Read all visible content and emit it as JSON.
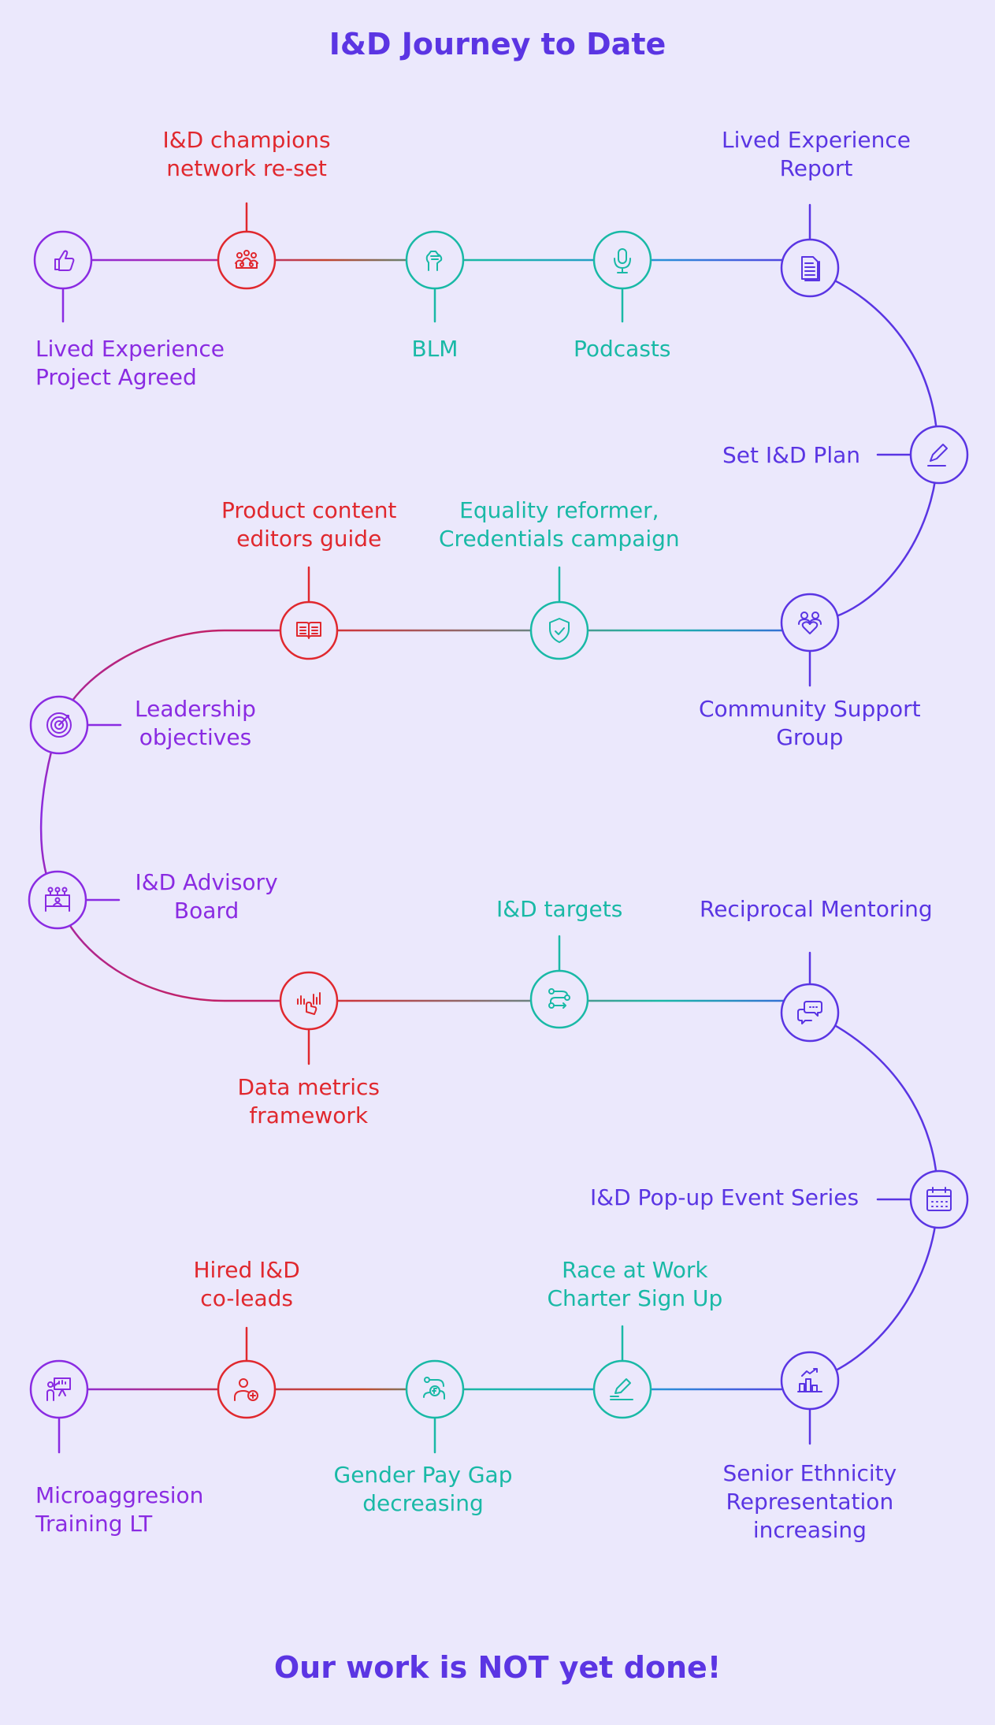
{
  "title": "I&D Journey to Date",
  "footer": "Our work is NOT yet done!",
  "colors": {
    "background": "#ebe8fc",
    "violet": "#8a2be2",
    "red": "#e0282e",
    "teal": "#19b9a6",
    "indigo": "#5a35e3",
    "blue": "#3a7fe0"
  },
  "milestones": [
    {
      "id": "lived-experience-project",
      "lines": [
        "Lived Experience",
        "Project Agreed"
      ],
      "color": "violet",
      "icon": "thumbs-up-icon"
    },
    {
      "id": "champions-network",
      "lines": [
        "I&D champions",
        "network re-set"
      ],
      "color": "red",
      "icon": "group-people-icon"
    },
    {
      "id": "blm",
      "lines": [
        "BLM"
      ],
      "color": "teal",
      "icon": "raised-fist-icon"
    },
    {
      "id": "podcasts",
      "lines": [
        "Podcasts"
      ],
      "color": "teal",
      "icon": "microphone-icon"
    },
    {
      "id": "lived-experience-report",
      "lines": [
        "Lived Experience",
        "Report"
      ],
      "color": "indigo",
      "icon": "document-icon"
    },
    {
      "id": "set-plan",
      "lines": [
        "Set I&D Plan"
      ],
      "color": "indigo",
      "icon": "pen-icon"
    },
    {
      "id": "community-support",
      "lines": [
        "Community Support",
        "Group"
      ],
      "color": "indigo",
      "icon": "community-heart-icon"
    },
    {
      "id": "equality-reformer",
      "lines": [
        "Equality reformer,",
        "Credentials campaign"
      ],
      "color": "teal",
      "icon": "shield-check-icon"
    },
    {
      "id": "editors-guide",
      "lines": [
        "Product content",
        "editors guide"
      ],
      "color": "red",
      "icon": "open-book-icon"
    },
    {
      "id": "leadership-objectives",
      "lines": [
        "Leadership",
        "objectives"
      ],
      "color": "violet",
      "icon": "target-icon"
    },
    {
      "id": "advisory-board",
      "lines": [
        "I&D Advisory",
        "Board"
      ],
      "color": "violet",
      "icon": "board-meeting-icon"
    },
    {
      "id": "data-metrics",
      "lines": [
        "Data metrics",
        "framework"
      ],
      "color": "red",
      "icon": "touch-chart-icon"
    },
    {
      "id": "targets",
      "lines": [
        "I&D targets"
      ],
      "color": "teal",
      "icon": "route-icon"
    },
    {
      "id": "reciprocal-mentoring",
      "lines": [
        "Reciprocal Mentoring"
      ],
      "color": "indigo",
      "icon": "chat-bubbles-icon"
    },
    {
      "id": "popup-events",
      "lines": [
        "I&D Pop-up Event Series"
      ],
      "color": "indigo",
      "icon": "calendar-icon"
    },
    {
      "id": "senior-ethnicity",
      "lines": [
        "Senior Ethnicity",
        "Representation",
        "increasing"
      ],
      "color": "indigo",
      "icon": "bar-growth-icon"
    },
    {
      "id": "race-at-work",
      "lines": [
        "Race at Work",
        "Charter Sign Up"
      ],
      "color": "teal",
      "icon": "signature-pen-icon"
    },
    {
      "id": "gender-pay-gap",
      "lines": [
        "Gender Pay Gap",
        "decreasing"
      ],
      "color": "teal",
      "icon": "pay-route-icon"
    },
    {
      "id": "hired-coleads",
      "lines": [
        "Hired I&D",
        "co-leads"
      ],
      "color": "red",
      "icon": "person-add-icon"
    },
    {
      "id": "microaggression-training",
      "lines": [
        "Microaggresion",
        "Training LT"
      ],
      "color": "violet",
      "icon": "presenter-icon"
    }
  ]
}
